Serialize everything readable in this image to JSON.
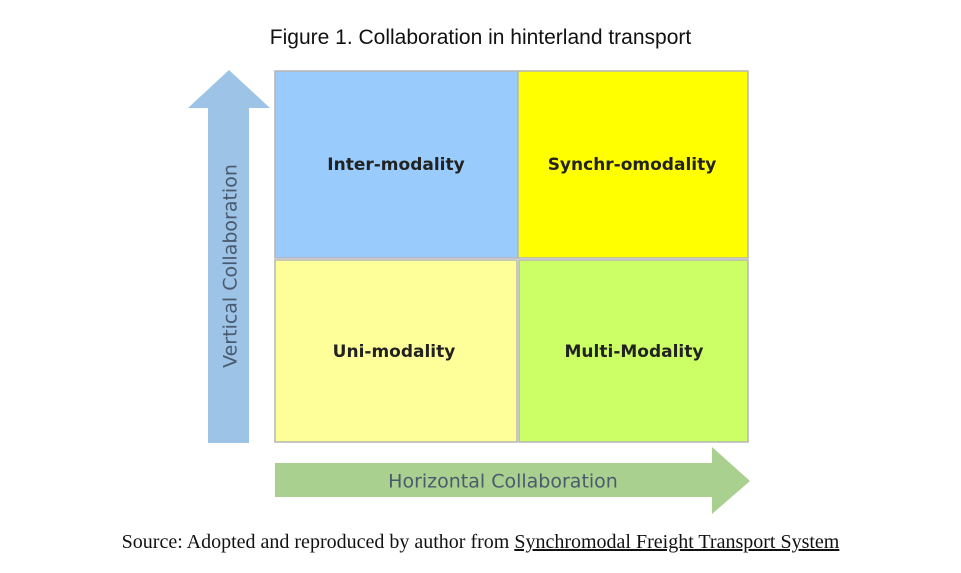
{
  "figure": {
    "title": "Figure 1. Collaboration in hinterland transport"
  },
  "axes": {
    "vertical": "Vertical Collaboration",
    "horizontal": "Horizontal Collaboration"
  },
  "quadrants": {
    "top_left": {
      "label": "Inter-modality",
      "color": "#99ccfd"
    },
    "top_right": {
      "label": "Synchr-omodality",
      "color": "#ffff00"
    },
    "bottom_left": {
      "label": "Uni-modality",
      "color": "#ffff99"
    },
    "bottom_right": {
      "label": "Multi-Modality",
      "color": "#ccff66"
    }
  },
  "colors": {
    "vertical_arrow": "#9dc3e6",
    "horizontal_arrow": "#a9d08e"
  },
  "source": {
    "prefix": "Source: Adopted and reproduced by author from ",
    "link_text": "Synchromodal Freight Transport System"
  }
}
